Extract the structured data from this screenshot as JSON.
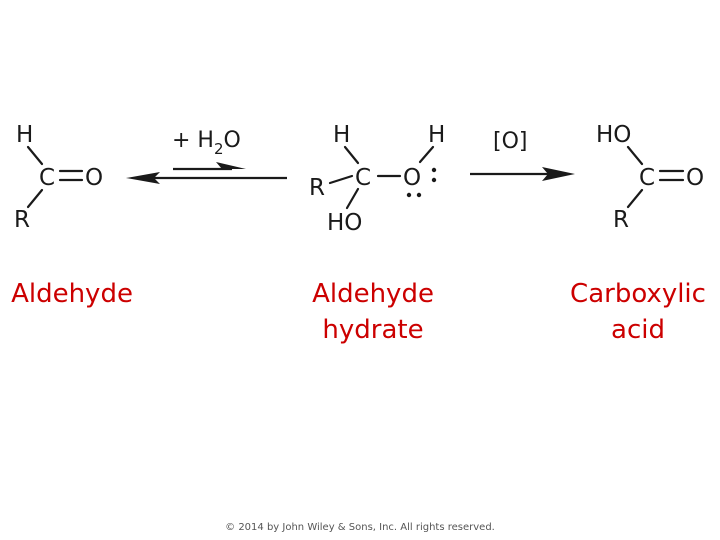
{
  "aldehyde": {
    "atoms": {
      "h": "H",
      "c": "C",
      "o": "O",
      "r": "R"
    },
    "caption": "Aldehyde"
  },
  "equilibrium": {
    "reagent": "+ H",
    "reagent_subscript": "2",
    "reagent_end": "O"
  },
  "hydrate": {
    "atoms": {
      "h1": "H",
      "h2": "H",
      "r": "R",
      "c": "C",
      "o": "O",
      "ho": "HO"
    },
    "caption_line1": "Aldehyde",
    "caption_line2": "hydrate"
  },
  "oxidation": {
    "reagent": "[O]"
  },
  "acid": {
    "atoms": {
      "ho": "HO",
      "c": "C",
      "o": "O",
      "r": "R"
    },
    "caption_line1": "Carboxylic",
    "caption_line2": "acid"
  },
  "footer": {
    "copyright": "© 2014 by John Wiley & Sons, Inc. All rights reserved."
  }
}
